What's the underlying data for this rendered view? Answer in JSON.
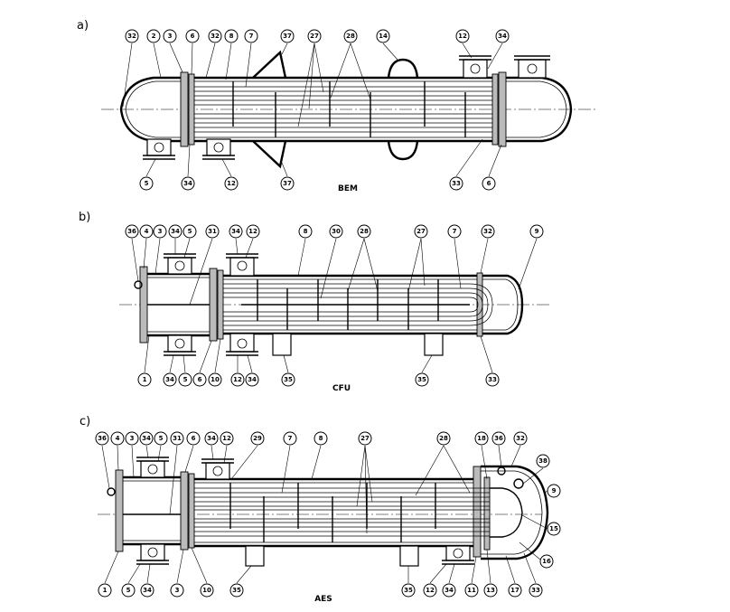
{
  "panels": [
    {
      "id": "a",
      "label": "a)",
      "type_code": "BEM",
      "callouts": [
        "32",
        "2",
        "3",
        "6",
        "32",
        "8",
        "7",
        "37",
        "27",
        "28",
        "14",
        "12",
        "34",
        "5",
        "34",
        "12",
        "37",
        "33",
        "6"
      ]
    },
    {
      "id": "b",
      "label": "b)",
      "type_code": "CFU",
      "callouts": [
        "36",
        "4",
        "3",
        "34",
        "5",
        "31",
        "34",
        "12",
        "8",
        "30",
        "28",
        "27",
        "7",
        "32",
        "9",
        "1",
        "34",
        "5",
        "6",
        "10",
        "12",
        "34",
        "35",
        "35",
        "33"
      ]
    },
    {
      "id": "c",
      "label": "c)",
      "type_code": "AES",
      "callouts": [
        "36",
        "4",
        "3",
        "34",
        "5",
        "31",
        "6",
        "34",
        "12",
        "29",
        "7",
        "8",
        "27",
        "28",
        "18",
        "36",
        "32",
        "38",
        "9",
        "15",
        "16",
        "1",
        "5",
        "34",
        "3",
        "10",
        "35",
        "35",
        "12",
        "34",
        "11",
        "13",
        "17",
        "33"
      ]
    }
  ]
}
